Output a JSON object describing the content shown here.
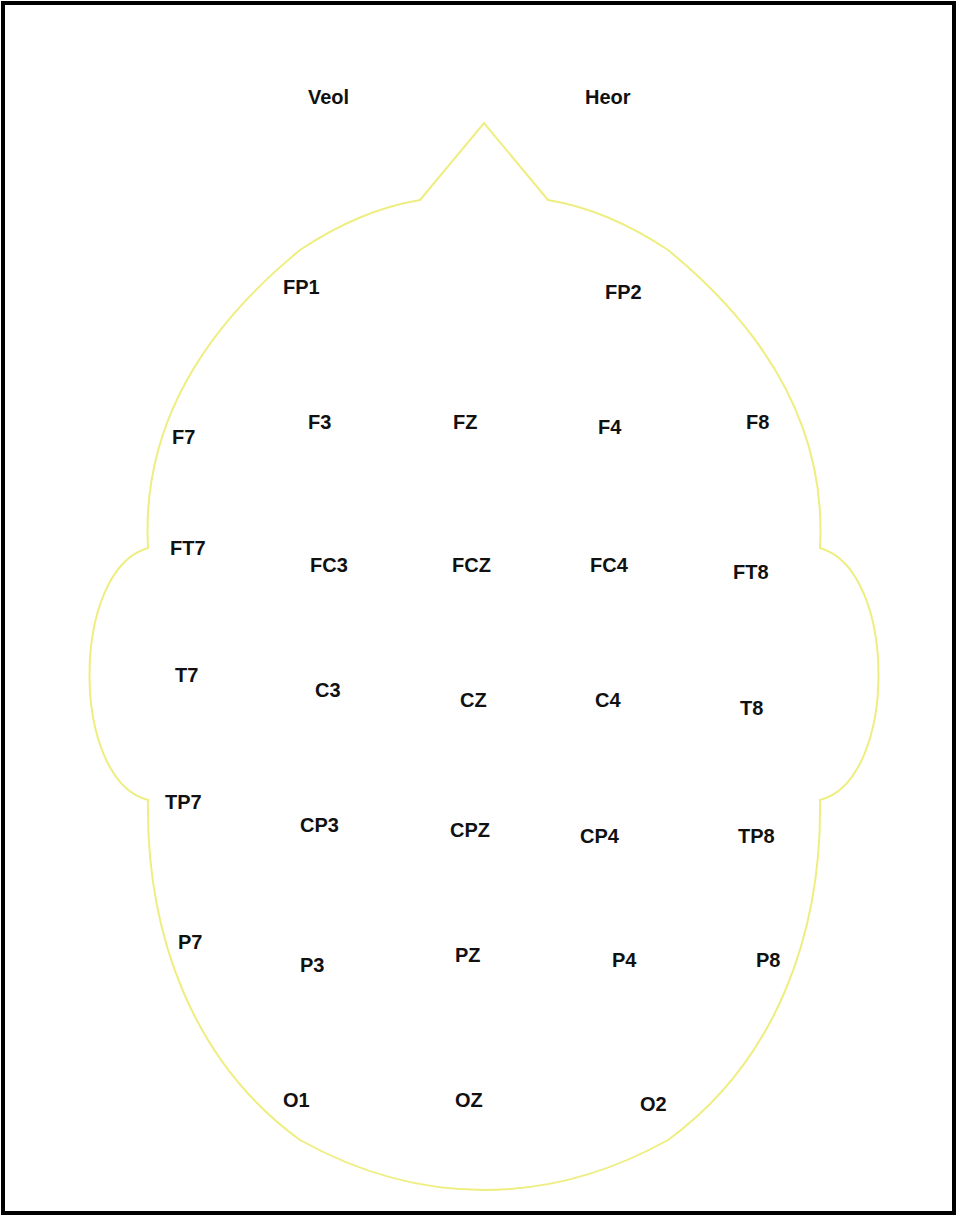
{
  "diagram": {
    "labels": [
      "Veol",
      "Heor",
      "FP1",
      "FP2",
      "F7",
      "F3",
      "FZ",
      "F4",
      "F8",
      "FT7",
      "FC3",
      "FCZ",
      "FC4",
      "FT8",
      "T7",
      "C3",
      "CZ",
      "C4",
      "T8",
      "TP7",
      "CP3",
      "CPZ",
      "CP4",
      "TP8",
      "P7",
      "P3",
      "PZ",
      "P4",
      "P8",
      "O1",
      "OZ",
      "O2"
    ]
  }
}
